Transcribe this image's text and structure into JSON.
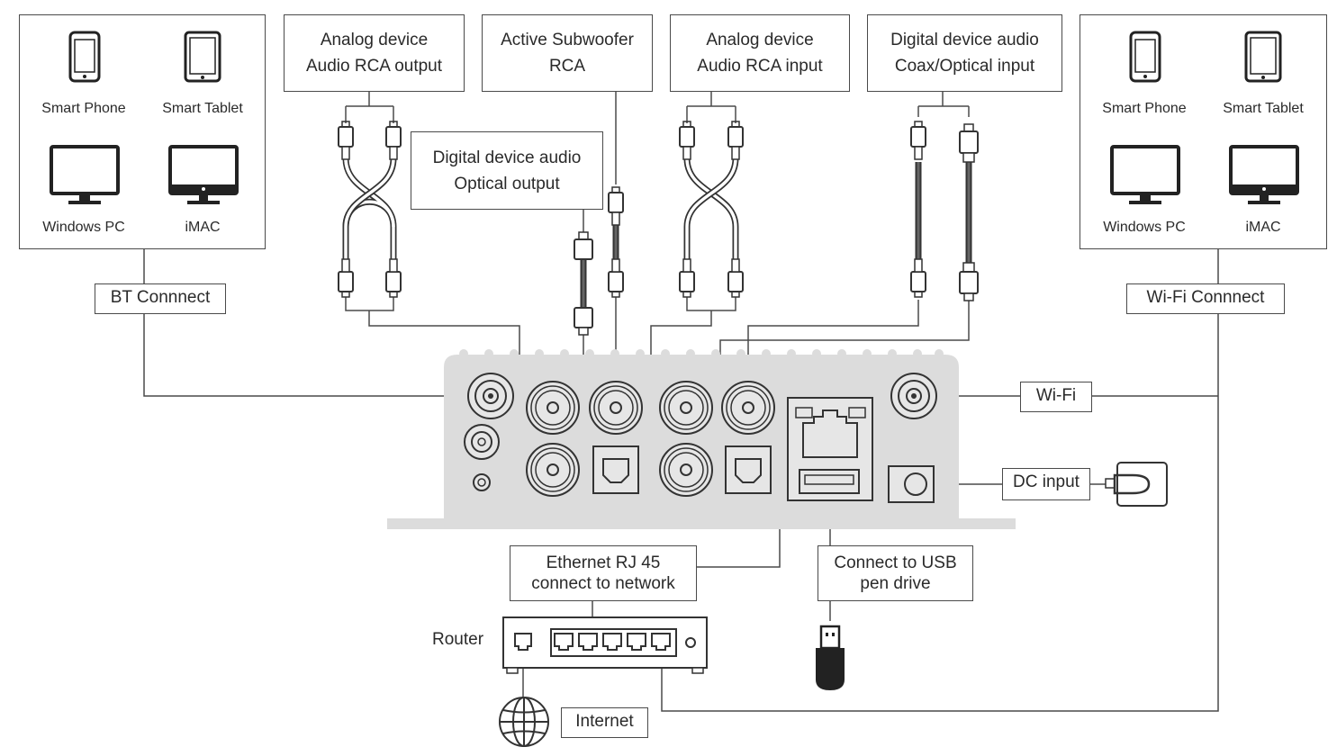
{
  "left_panel": {
    "devices": [
      "Smart Phone",
      "Smart Tablet",
      "Windows PC",
      "iMAC"
    ],
    "connect_label": "BT Connnect"
  },
  "right_panel": {
    "devices": [
      "Smart Phone",
      "Smart Tablet",
      "Windows PC",
      "iMAC"
    ],
    "connect_label": "Wi-Fi Connnect"
  },
  "top_boxes": {
    "analog_output": [
      "Analog device",
      "Audio RCA output"
    ],
    "subwoofer": [
      "Active Subwoofer",
      "RCA"
    ],
    "analog_input": [
      "Analog device",
      "Audio RCA input"
    ],
    "digital_input": [
      "Digital device audio",
      "Coax/Optical input"
    ],
    "optical_output": [
      "Digital device audio",
      "Optical output"
    ]
  },
  "labels": {
    "wifi": "Wi-Fi",
    "dc_input": "DC input",
    "ethernet": [
      "Ethernet RJ 45",
      "connect to network"
    ],
    "usb": [
      "Connect to USB",
      "pen drive"
    ],
    "router": "Router",
    "internet": "Internet"
  },
  "colors": {
    "line": "#4a4a4a",
    "device_body": "#dcdcdc",
    "icon": "#222222"
  }
}
